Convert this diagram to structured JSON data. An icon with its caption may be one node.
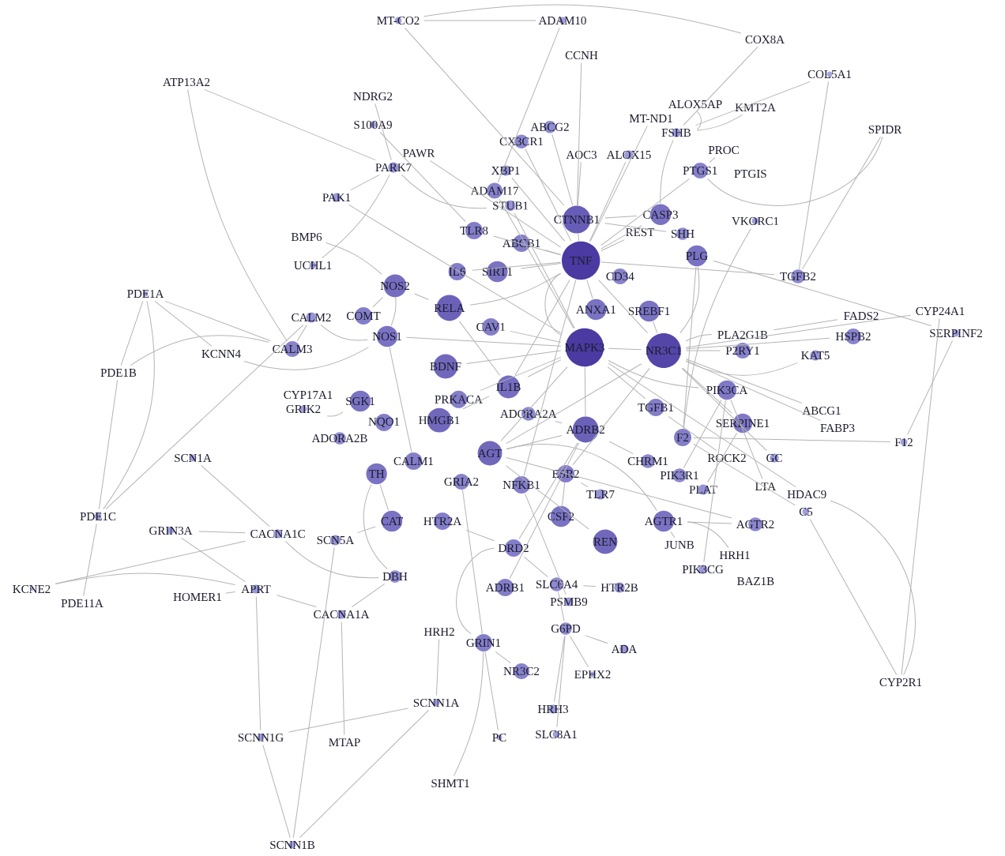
{
  "diagram": {
    "nodes": [
      {
        "text": [
          "MT-CO2"
        ]
      },
      {
        "text": [
          "ADAM10"
        ]
      },
      {
        "text": [
          "COX8A"
        ]
      },
      {
        "text": [
          "CCNH"
        ]
      },
      {
        "text": [
          "COL5A1"
        ]
      },
      {
        "text": [
          "ATP13A2"
        ]
      },
      {
        "text": [
          "NDRG2"
        ]
      },
      {
        "text": [
          "KMT2A"
        ]
      },
      {
        "text": [
          "ALOX5AP"
        ]
      },
      {
        "text": [
          "MT-ND1"
        ]
      },
      {
        "text": [
          "FSHB"
        ]
      },
      {
        "text": [
          "S100A9"
        ]
      },
      {
        "text": [
          "SPIDR"
        ]
      },
      {
        "text": [
          "CX3CR1"
        ]
      },
      {
        "text": [
          "ABCG2"
        ]
      },
      {
        "text": [
          "PROC"
        ]
      },
      {
        "text": [
          "AOC3"
        ]
      },
      {
        "text": [
          "ALOX15"
        ]
      },
      {
        "text": [
          "PAWR"
        ]
      },
      {
        "text": [
          "PARK7"
        ]
      },
      {
        "text": [
          "XBP1"
        ]
      },
      {
        "text": [
          "PTGS1"
        ]
      },
      {
        "text": [
          "PTGIS"
        ]
      },
      {
        "text": [
          "ADAM17"
        ]
      },
      {
        "text": [
          "PAK1"
        ]
      },
      {
        "text": [
          "STUB1"
        ]
      },
      {
        "text": [
          "CTNNB1"
        ]
      },
      {
        "text": [
          "VKORC1"
        ]
      },
      {
        "text": [
          "CASP3"
        ]
      },
      {
        "text": [
          "SHH"
        ]
      },
      {
        "text": [
          "TLR8"
        ]
      },
      {
        "text": [
          "BMP6"
        ]
      },
      {
        "text": [
          "REST"
        ]
      },
      {
        "text": [
          "ABCB1"
        ]
      },
      {
        "text": [
          "TNF"
        ]
      },
      {
        "text": [
          "PLG"
        ]
      },
      {
        "text": [
          "UCHL1"
        ]
      },
      {
        "text": [
          "IL6"
        ]
      },
      {
        "text": [
          "SIRT1"
        ]
      },
      {
        "text": [
          "TGFB2"
        ]
      },
      {
        "text": [
          "CD34"
        ]
      },
      {
        "text": [
          "NOS2"
        ]
      },
      {
        "text": [
          "PDE1A"
        ]
      },
      {
        "text": [
          "RELA"
        ]
      },
      {
        "text": [
          "ANXA1"
        ]
      },
      {
        "text": [
          "SREBF1"
        ]
      },
      {
        "text": [
          "CAV1"
        ]
      },
      {
        "text": [
          "CALM2"
        ]
      },
      {
        "text": [
          "COMT"
        ]
      },
      {
        "text": [
          "FADS2"
        ]
      },
      {
        "text": [
          "CYP24A1"
        ]
      },
      {
        "text": [
          "HSPB2"
        ]
      },
      {
        "text": [
          "SERPINF2"
        ]
      },
      {
        "text": [
          "NOS1"
        ]
      },
      {
        "text": [
          "PLA2G1B"
        ]
      },
      {
        "text": [
          "MAPK3"
        ]
      },
      {
        "text": [
          "P2RY1"
        ]
      },
      {
        "text": [
          "NR3C1"
        ]
      },
      {
        "text": [
          "CALM3"
        ]
      },
      {
        "text": [
          "KAT5"
        ]
      },
      {
        "text": [
          "KCNN4"
        ]
      },
      {
        "text": [
          "BDNF"
        ]
      },
      {
        "text": [
          "PDE1B"
        ]
      },
      {
        "text": [
          "IL1B"
        ]
      },
      {
        "text": [
          "PIK3CA"
        ]
      },
      {
        "text": [
          "CYP17A1"
        ]
      },
      {
        "text": [
          "PRKACA"
        ]
      },
      {
        "text": [
          "SGK1"
        ]
      },
      {
        "text": [
          "GRIK2"
        ]
      },
      {
        "text": [
          "ABCG1"
        ]
      },
      {
        "text": [
          "ADORA2A"
        ]
      },
      {
        "text": [
          "TGFB1"
        ]
      },
      {
        "text": [
          "HMGB1"
        ]
      },
      {
        "text": [
          "NQO1"
        ]
      },
      {
        "text": [
          "FABP3"
        ]
      },
      {
        "text": [
          "SERPINE1"
        ]
      },
      {
        "text": [
          "ADRB2"
        ]
      },
      {
        "text": [
          "F2"
        ]
      },
      {
        "text": [
          "ADORA2B"
        ]
      },
      {
        "text": [
          "F12"
        ]
      },
      {
        "text": [
          "SCN1A"
        ]
      },
      {
        "text": [
          "AGT"
        ]
      },
      {
        "text": [
          "CALM1"
        ]
      },
      {
        "text": [
          "ROCK2"
        ]
      },
      {
        "text": [
          "GC"
        ]
      },
      {
        "text": [
          "CHRM1"
        ]
      },
      {
        "text": [
          "PIK3R1"
        ]
      },
      {
        "text": [
          "TH"
        ]
      },
      {
        "text": [
          "ESR2"
        ]
      },
      {
        "text": [
          "NFKB1"
        ]
      },
      {
        "text": [
          "GRIA2"
        ]
      },
      {
        "text": [
          "PLAT"
        ]
      },
      {
        "text": [
          "LTA"
        ]
      },
      {
        "text": [
          "TLR7"
        ]
      },
      {
        "text": [
          "HDAC9"
        ]
      },
      {
        "text": [
          "C5"
        ]
      },
      {
        "text": [
          "PDE1C"
        ]
      },
      {
        "text": [
          "CSF2"
        ]
      },
      {
        "text": [
          "HTR2A"
        ]
      },
      {
        "text": [
          "AGTR1"
        ]
      },
      {
        "text": [
          "AGTR2"
        ]
      },
      {
        "text": [
          "GRIN3A"
        ]
      },
      {
        "text": [
          "CACNA1C"
        ]
      },
      {
        "text": [
          "SCN5A"
        ]
      },
      {
        "text": [
          "CAT"
        ]
      },
      {
        "text": [
          "REN"
        ]
      },
      {
        "text": [
          "DRD2"
        ]
      },
      {
        "text": [
          "JUNB"
        ]
      },
      {
        "text": [
          "HRH1"
        ]
      },
      {
        "text": [
          "DBH"
        ]
      },
      {
        "text": [
          "PIK3CG"
        ]
      },
      {
        "text": [
          "BAZ1B"
        ]
      },
      {
        "text": [
          "ADRB1"
        ]
      },
      {
        "text": [
          "SLC6A4"
        ]
      },
      {
        "text": [
          "HTR2B"
        ]
      },
      {
        "text": [
          "KCNE2"
        ]
      },
      {
        "text": [
          "APRT"
        ]
      },
      {
        "text": [
          "HOMER1"
        ]
      },
      {
        "text": [
          "PDE11A"
        ]
      },
      {
        "text": [
          "PSMB9"
        ]
      },
      {
        "text": [
          "CACNA1A"
        ]
      },
      {
        "text": [
          "G6PD"
        ]
      },
      {
        "text": [
          "HRH2"
        ]
      },
      {
        "text": [
          "GRIN1"
        ]
      },
      {
        "text": [
          "ADA"
        ]
      },
      {
        "text": [
          "NR3C2"
        ]
      },
      {
        "text": [
          "EPHX2"
        ]
      },
      {
        "text": [
          "CYP2R1"
        ]
      },
      {
        "text": [
          "SCNN1A"
        ]
      },
      {
        "text": [
          "HRH3"
        ]
      },
      {
        "text": [
          "SLC8A1"
        ]
      },
      {
        "text": [
          "SCNN1G"
        ]
      },
      {
        "text": [
          "PC"
        ]
      },
      {
        "text": [
          "MTAP"
        ]
      },
      {
        "text": [
          "SHMT1"
        ]
      },
      {
        "text": [
          "SCNN1B"
        ]
      }
    ],
    "edges": [
      {
        "from": 42,
        "to": 62,
        "arrow": "none"
      },
      {
        "from": 42,
        "to": 96,
        "arrow": "none"
      },
      {
        "from": 62,
        "to": 96,
        "arrow": "none"
      },
      {
        "from": 42,
        "to": 58,
        "arrow": "none"
      },
      {
        "from": 62,
        "to": 58,
        "arrow": "none"
      },
      {
        "from": 42,
        "to": 60,
        "arrow": "none"
      },
      {
        "from": 96,
        "to": 47,
        "arrow": "none"
      },
      {
        "from": 118,
        "to": 96,
        "arrow": "none"
      },
      {
        "from": 115,
        "to": 102,
        "arrow": "none"
      },
      {
        "from": 115,
        "to": 116,
        "arrow": "none"
      },
      {
        "from": 117,
        "to": 116,
        "arrow": "none"
      },
      {
        "from": 116,
        "to": 120,
        "arrow": "none"
      },
      {
        "from": 131,
        "to": 135,
        "arrow": "none"
      },
      {
        "from": 128,
        "to": 135,
        "arrow": "none"
      },
      {
        "from": 131,
        "to": 128,
        "arrow": "none"
      },
      {
        "from": 131,
        "to": 116,
        "arrow": "none"
      },
      {
        "from": 128,
        "to": 122,
        "arrow": "none"
      },
      {
        "from": 135,
        "to": 103,
        "arrow": "none"
      },
      {
        "from": 133,
        "to": 120,
        "arrow": "none"
      },
      {
        "from": 134,
        "to": 123,
        "arrow": "none"
      },
      {
        "from": 132,
        "to": 123,
        "arrow": "none"
      },
      {
        "from": 130,
        "to": 121,
        "arrow": "none"
      },
      {
        "from": 129,
        "to": 121,
        "arrow": "none"
      },
      {
        "from": 126,
        "to": 121,
        "arrow": "none"
      },
      {
        "from": 124,
        "to": 121,
        "arrow": "none"
      },
      {
        "from": 125,
        "to": 123,
        "arrow": "none"
      },
      {
        "from": 127,
        "to": 94,
        "arrow": "none"
      },
      {
        "from": 127,
        "to": 50,
        "arrow": "none"
      },
      {
        "from": 127,
        "to": 95,
        "arrow": "none"
      },
      {
        "from": 52,
        "to": 79,
        "arrow": "none"
      },
      {
        "from": 52,
        "to": 35,
        "arrow": "none"
      },
      {
        "from": 79,
        "to": 77,
        "arrow": "none"
      },
      {
        "from": 50,
        "to": 57,
        "arrow": "none"
      },
      {
        "from": 12,
        "to": 39,
        "arrow": "none"
      },
      {
        "from": 12,
        "to": 21,
        "arrow": "none"
      },
      {
        "from": 4,
        "to": 39,
        "arrow": "none"
      },
      {
        "from": 4,
        "to": 10,
        "arrow": "none"
      },
      {
        "from": 2,
        "to": 0,
        "arrow": "none"
      },
      {
        "from": 2,
        "to": 10,
        "arrow": "none"
      },
      {
        "from": 1,
        "to": 23,
        "arrow": "none"
      },
      {
        "from": 1,
        "to": 0,
        "arrow": "none"
      },
      {
        "from": 0,
        "to": 26,
        "arrow": "none"
      },
      {
        "from": 3,
        "to": 26,
        "arrow": "none"
      },
      {
        "from": 5,
        "to": 19,
        "arrow": "none"
      },
      {
        "from": 5,
        "to": 58,
        "arrow": "none"
      },
      {
        "from": 6,
        "to": 19,
        "arrow": "none"
      },
      {
        "from": 11,
        "to": 30,
        "arrow": "none"
      },
      {
        "from": 19,
        "to": 25,
        "arrow": "none"
      },
      {
        "from": 18,
        "to": 34,
        "arrow": "none"
      },
      {
        "from": 24,
        "to": 55,
        "arrow": "none"
      },
      {
        "from": 24,
        "to": 19,
        "arrow": "none"
      },
      {
        "from": 36,
        "to": 19,
        "arrow": "none"
      },
      {
        "from": 31,
        "to": 41,
        "arrow": "none"
      },
      {
        "from": 60,
        "to": 53,
        "arrow": "none"
      },
      {
        "from": 68,
        "to": 67,
        "arrow": "none"
      },
      {
        "from": 80,
        "to": 102,
        "arrow": "none"
      },
      {
        "from": 101,
        "to": 102,
        "arrow": "none"
      },
      {
        "from": 101,
        "to": 116,
        "arrow": "none"
      },
      {
        "from": 102,
        "to": 109,
        "arrow": "none"
      },
      {
        "from": 103,
        "to": 104,
        "arrow": "none"
      },
      {
        "from": 120,
        "to": 109,
        "arrow": "none"
      },
      {
        "from": 108,
        "to": 99,
        "arrow": "none"
      },
      {
        "from": 107,
        "to": 99,
        "arrow": "none"
      },
      {
        "from": 92,
        "to": 64,
        "arrow": "none"
      },
      {
        "from": 94,
        "to": 55,
        "arrow": "none"
      },
      {
        "from": 95,
        "to": 77,
        "arrow": "none"
      },
      {
        "from": 84,
        "to": 57,
        "arrow": "none"
      },
      {
        "from": 83,
        "to": 71,
        "arrow": "none"
      },
      {
        "from": 69,
        "to": 57,
        "arrow": "none"
      },
      {
        "from": 74,
        "to": 57,
        "arrow": "none"
      },
      {
        "from": 59,
        "to": 57,
        "arrow": "none"
      },
      {
        "from": 51,
        "to": 57,
        "arrow": "none"
      },
      {
        "from": 49,
        "to": 54,
        "arrow": "none"
      },
      {
        "from": 54,
        "to": 57,
        "arrow": "none"
      },
      {
        "from": 56,
        "to": 57,
        "arrow": "none"
      },
      {
        "from": 39,
        "to": 34,
        "arrow": "none"
      },
      {
        "from": 27,
        "to": 77,
        "arrow": "none"
      },
      {
        "from": 15,
        "to": 21,
        "arrow": "none"
      },
      {
        "from": 21,
        "to": 34,
        "arrow": "none"
      },
      {
        "from": 17,
        "to": 34,
        "arrow": "none"
      },
      {
        "from": 16,
        "to": 26,
        "arrow": "none"
      },
      {
        "from": 7,
        "to": 10,
        "arrow": "none"
      },
      {
        "from": 8,
        "to": 10,
        "arrow": "none"
      },
      {
        "from": 9,
        "to": 34,
        "arrow": "none"
      },
      {
        "from": 10,
        "to": 28,
        "arrow": "none"
      },
      {
        "from": 13,
        "to": 34,
        "arrow": "none"
      },
      {
        "from": 14,
        "to": 26,
        "arrow": "none"
      },
      {
        "from": 20,
        "to": 34,
        "arrow": "none"
      },
      {
        "from": 23,
        "to": 55,
        "arrow": "none"
      },
      {
        "from": 34,
        "to": 55,
        "arrow": "none"
      },
      {
        "from": 34,
        "to": 57,
        "arrow": "none"
      },
      {
        "from": 34,
        "to": 63,
        "arrow": "none"
      },
      {
        "from": 34,
        "to": 43,
        "arrow": "none"
      },
      {
        "from": 34,
        "to": 26,
        "arrow": "none"
      },
      {
        "from": 55,
        "to": 57,
        "arrow": "none"
      },
      {
        "from": 55,
        "to": 63,
        "arrow": "none"
      },
      {
        "from": 55,
        "to": 81,
        "arrow": "none"
      },
      {
        "from": 57,
        "to": 81,
        "arrow": "none"
      },
      {
        "from": 43,
        "to": 63,
        "arrow": "none"
      },
      {
        "from": 26,
        "to": 28,
        "arrow": "none"
      },
      {
        "from": 38,
        "to": 34,
        "arrow": "none"
      },
      {
        "from": 41,
        "to": 43,
        "arrow": "none"
      },
      {
        "from": 41,
        "to": 53,
        "arrow": "none"
      },
      {
        "from": 53,
        "to": 55,
        "arrow": "none"
      },
      {
        "from": 61,
        "to": 55,
        "arrow": "none"
      },
      {
        "from": 72,
        "to": 63,
        "arrow": "none"
      },
      {
        "from": 76,
        "to": 55,
        "arrow": "none"
      },
      {
        "from": 81,
        "to": 76,
        "arrow": "none"
      },
      {
        "from": 88,
        "to": 57,
        "arrow": "none"
      },
      {
        "from": 89,
        "to": 34,
        "arrow": "none"
      },
      {
        "from": 97,
        "to": 88,
        "arrow": "none"
      },
      {
        "from": 99,
        "to": 81,
        "arrow": "none"
      },
      {
        "from": 100,
        "to": 81,
        "arrow": "none"
      },
      {
        "from": 105,
        "to": 81,
        "arrow": "none"
      },
      {
        "from": 106,
        "to": 76,
        "arrow": "none"
      },
      {
        "from": 112,
        "to": 76,
        "arrow": "none"
      },
      {
        "from": 113,
        "to": 106,
        "arrow": "none"
      },
      {
        "from": 114,
        "to": 113,
        "arrow": "none"
      },
      {
        "from": 119,
        "to": 89,
        "arrow": "none"
      },
      {
        "from": 121,
        "to": 113,
        "arrow": "none"
      },
      {
        "from": 123,
        "to": 106,
        "arrow": "none"
      },
      {
        "from": 87,
        "to": 109,
        "arrow": "none"
      },
      {
        "from": 82,
        "to": 53,
        "arrow": "none"
      },
      {
        "from": 58,
        "to": 47,
        "arrow": "none"
      },
      {
        "from": 47,
        "to": 53,
        "arrow": "none"
      },
      {
        "from": 48,
        "to": 41,
        "arrow": "none"
      },
      {
        "from": 66,
        "to": 55,
        "arrow": "none"
      },
      {
        "from": 64,
        "to": 55,
        "arrow": "none"
      },
      {
        "from": 75,
        "to": 57,
        "arrow": "none"
      },
      {
        "from": 71,
        "to": 55,
        "arrow": "none"
      },
      {
        "from": 77,
        "to": 35,
        "arrow": "none"
      },
      {
        "from": 85,
        "to": 76,
        "arrow": "none"
      },
      {
        "from": 86,
        "to": 64,
        "arrow": "none"
      },
      {
        "from": 91,
        "to": 75,
        "arrow": "none"
      },
      {
        "from": 93,
        "to": 88,
        "arrow": "none"
      },
      {
        "from": 70,
        "to": 76,
        "arrow": "none"
      },
      {
        "from": 90,
        "to": 123,
        "arrow": "none"
      },
      {
        "from": 98,
        "to": 106,
        "arrow": "none"
      },
      {
        "from": 104,
        "to": 87,
        "arrow": "none"
      },
      {
        "from": 44,
        "to": 34,
        "arrow": "none"
      },
      {
        "from": 45,
        "to": 57,
        "arrow": "none"
      },
      {
        "from": 32,
        "to": 34,
        "arrow": "none"
      },
      {
        "from": 28,
        "to": 34,
        "arrow": "none"
      },
      {
        "from": 29,
        "to": 26,
        "arrow": "none"
      },
      {
        "from": 35,
        "to": 57,
        "arrow": "none"
      },
      {
        "from": 33,
        "to": 34,
        "arrow": "none"
      },
      {
        "from": 37,
        "to": 34,
        "arrow": "none"
      },
      {
        "from": 30,
        "to": 34,
        "arrow": "none"
      },
      {
        "from": 25,
        "to": 55,
        "arrow": "none"
      },
      {
        "from": 46,
        "to": 55,
        "arrow": "none"
      },
      {
        "from": 110,
        "to": 64,
        "arrow": "none"
      },
      {
        "from": 100,
        "to": 99,
        "arrow": "none"
      }
    ]
  }
}
